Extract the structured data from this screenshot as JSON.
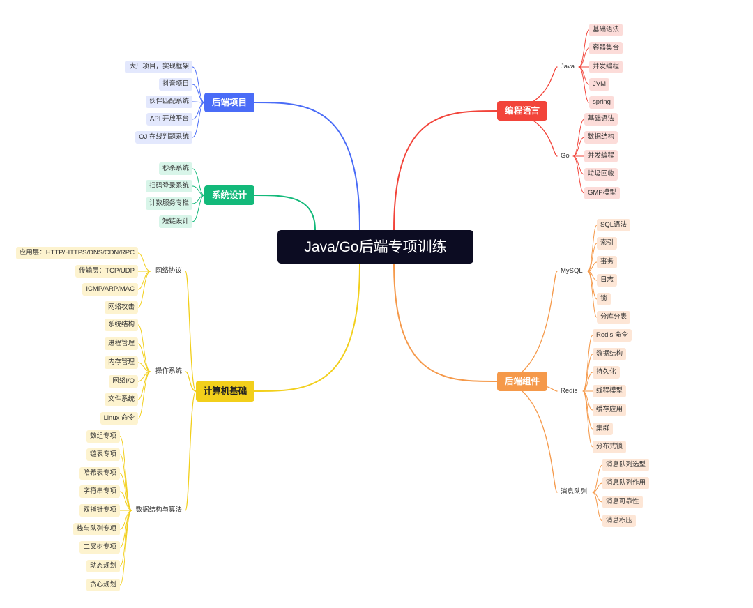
{
  "root": {
    "title": "Java/Go后端专项训练",
    "color": "#0c0c22"
  },
  "branches": {
    "backend_projects": {
      "label": "后端项目",
      "color": "#4a6cf7",
      "leaf_bg": "#e3e8fd",
      "items": [
        "大厂项目，实现框架",
        "抖音项目",
        "伙伴匹配系统",
        "API 开放平台",
        "OJ 在线判题系统"
      ]
    },
    "system_design": {
      "label": "系统设计",
      "color": "#13b97a",
      "leaf_bg": "#d8f5e9",
      "items": [
        "秒杀系统",
        "扫码登录系统",
        "计数服务专栏",
        "短链设计"
      ]
    },
    "cs_basics": {
      "label": "计算机基础",
      "color": "#f2cf1b",
      "leaf_bg": "#fdf3cf",
      "groups": [
        {
          "label": "网络协议",
          "items": [
            "应用层：HTTP/HTTPS/DNS/CDN/RPC",
            "传输层：TCP/UDP",
            "ICMP/ARP/MAC",
            "网络攻击"
          ]
        },
        {
          "label": "操作系统",
          "items": [
            "系统结构",
            "进程管理",
            "内存管理",
            "网络I/O",
            "文件系统",
            "Linux 命令"
          ]
        },
        {
          "label": "数据结构与算法",
          "items": [
            "数组专项",
            "链表专项",
            "哈希表专项",
            "字符串专项",
            "双指针专项",
            "栈与队列专项",
            "二叉树专项",
            "动态规划",
            "贪心规划"
          ]
        }
      ]
    },
    "languages": {
      "label": "编程语言",
      "color": "#f2443a",
      "leaf_bg": "#fcdcd9",
      "groups": [
        {
          "label": "Java",
          "items": [
            "基础语法",
            "容器集合",
            "并发编程",
            "JVM",
            "spring"
          ]
        },
        {
          "label": "Go",
          "items": [
            "基础语法",
            "数据结构",
            "并发编程",
            "垃圾回收",
            "GMP模型"
          ]
        }
      ]
    },
    "backend_components": {
      "label": "后端组件",
      "color": "#f5994a",
      "leaf_bg": "#fde6d6",
      "groups": [
        {
          "label": "MySQL",
          "items": [
            "SQL语法",
            "索引",
            "事务",
            "日志",
            "锁",
            "分库分表"
          ]
        },
        {
          "label": "Redis",
          "items": [
            "Redis 命令",
            "数据结构",
            "持久化",
            "线程模型",
            "缓存应用",
            "集群",
            "分布式锁"
          ]
        },
        {
          "label": "消息队列",
          "items": [
            "消息队列选型",
            "消息队列作用",
            "消息可靠性",
            "消息积压"
          ]
        }
      ]
    }
  }
}
